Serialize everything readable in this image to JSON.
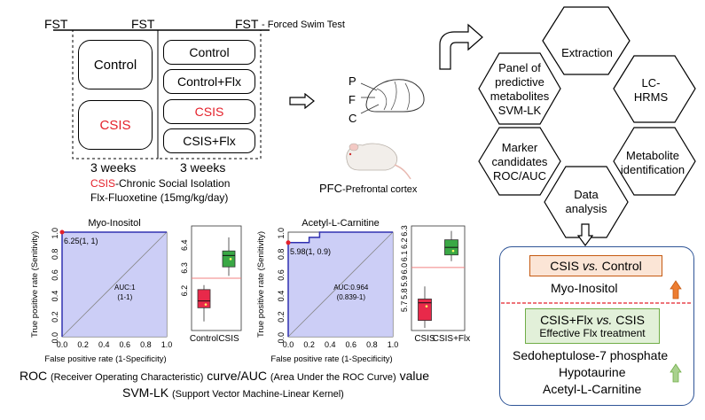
{
  "design": {
    "fst_labels": [
      "FST",
      "FST",
      "FST"
    ],
    "fst_legend": "- Forced Swim Test",
    "phase1": {
      "control": "Control",
      "csis": "CSIS",
      "duration": "3 weeks"
    },
    "phase2": {
      "control": "Control",
      "control_flx": "Control+Flx",
      "csis": "CSIS",
      "csis_flx": "CSIS+Flx",
      "duration": "3 weeks"
    },
    "abbrev_csis_term": "CSIS",
    "abbrev_csis_rest": "-Chronic  Social Isolation",
    "abbrev_flx": "Flx-Fluoxetine  (15mg/kg/day)"
  },
  "brain": {
    "p": "P",
    "f": "F",
    "c": "C",
    "pfc_term": "PFC",
    "pfc_rest": "-Prefrontal cortex"
  },
  "workflow": {
    "panel": "Panel of predictive metabolites SVM-LK",
    "extraction": "Extraction",
    "lchrms": "LC-HRMS",
    "marker": "Marker candidates ROC/AUC",
    "identification": "Metabolite identification",
    "analysis": "Data analysis"
  },
  "results": {
    "comp1": "CSIS vs. Control",
    "comp1_parts": [
      "CSIS ",
      "vs.",
      " Control"
    ],
    "metab1": "Myo-Inositol",
    "comp2_parts": [
      "CSIS+Flx ",
      "vs.",
      " CSIS"
    ],
    "comp2_sub": "Effective Flx treatment",
    "metabs2": [
      "Sedoheptulose-7 phosphate",
      "Hypotaurine",
      "Acetyl-L-Carnitine"
    ],
    "colors": {
      "box_fill": "#fbe5d6",
      "box_border": "#c55a11",
      "green_fill": "#e2f0d9",
      "green_border": "#70ad47",
      "up_orange": "#ed7d31",
      "up_green": "#a9d18e",
      "frame": "#2f5597",
      "divider": "#e4202a"
    }
  },
  "chart_data": [
    {
      "type": "line",
      "title": "Myo-Inositol",
      "xlabel": "False positive rate (1-Specificity)",
      "ylabel": "True positive rate (Senitivity)",
      "x": [
        0,
        0,
        1
      ],
      "y": [
        0,
        1,
        1
      ],
      "xlim": [
        0,
        1
      ],
      "ylim": [
        0,
        1
      ],
      "xticks": [
        "0.0",
        "0.2",
        "0.4",
        "0.6",
        "0.8",
        "1.0"
      ],
      "yticks": [
        "0.0",
        "0.2",
        "0.4",
        "0.6",
        "0.8",
        "1.0"
      ],
      "threshold_label": "6.25(1, 1)",
      "auc_label": "AUC:1",
      "auc_ci": "(1-1)"
    },
    {
      "type": "bar",
      "categories": [
        "Control",
        "CSIS"
      ],
      "series": [
        {
          "median": [
            6.15,
            6.35
          ]
        }
      ],
      "yticks": [
        "6.2",
        "6.3",
        "6.4"
      ],
      "ylim": [
        6.02,
        6.48
      ],
      "cutoff": 6.25,
      "box": [
        {
          "q1": 6.12,
          "med": 6.15,
          "q3": 6.2,
          "lo": 6.06,
          "hi": 6.22
        },
        {
          "q1": 6.3,
          "med": 6.35,
          "q3": 6.37,
          "lo": 6.26,
          "hi": 6.43
        }
      ]
    },
    {
      "type": "line",
      "title": "Acetyl-L-Carnitine",
      "xlabel": "False positive rate (1-Specificity)",
      "ylabel": "True positive rate (Senitivity)",
      "x": [
        0,
        0,
        0.2,
        0.2,
        0.3,
        0.3,
        1
      ],
      "y": [
        0,
        0.9,
        0.9,
        0.95,
        0.95,
        1,
        1
      ],
      "xlim": [
        0,
        1
      ],
      "ylim": [
        0,
        1
      ],
      "xticks": [
        "0.0",
        "0.2",
        "0.4",
        "0.6",
        "0.8",
        "1.0"
      ],
      "yticks": [
        "0.0",
        "0.2",
        "0.4",
        "0.6",
        "0.8",
        "1.0"
      ],
      "threshold_label": "5.98(1, 0.9)",
      "auc_label": "AUC:0.964",
      "auc_ci": "(0.839-1)"
    },
    {
      "type": "bar",
      "categories": [
        "CSIS",
        "CSIS+Flx"
      ],
      "series": [
        {
          "median": [
            5.7,
            6.2
          ]
        }
      ],
      "yticks": [
        "5.7",
        "5.8",
        "5.9",
        "6.0",
        "6.1",
        "6.2",
        "6.3"
      ],
      "ylim": [
        5.5,
        6.33
      ],
      "cutoff": 6.0,
      "box": [
        {
          "q1": 5.58,
          "med": 5.72,
          "q3": 5.75,
          "lo": 5.52,
          "hi": 5.85
        },
        {
          "q1": 6.1,
          "med": 6.16,
          "q3": 6.22,
          "lo": 6.05,
          "hi": 6.29
        }
      ]
    }
  ],
  "captions": {
    "roc_term": "ROC",
    "roc_full": "(Receiver Operating Characteristic)",
    "roc_mid": "curve/AUC",
    "auc_full": "(Area Under the ROC Curve)",
    "roc_end": "value",
    "svm_term": "SVM-LK",
    "svm_full": "(Support Vector Machine-Linear Kernel)"
  }
}
